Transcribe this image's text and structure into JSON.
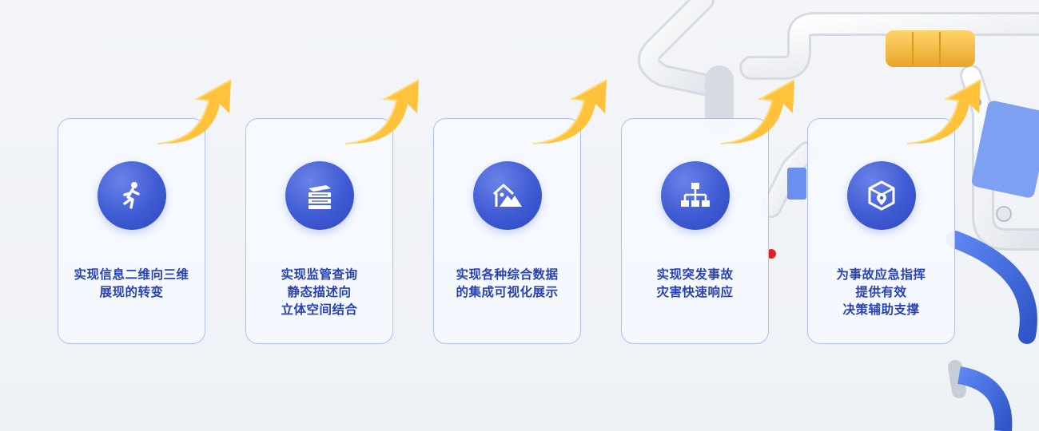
{
  "colors": {
    "accent": "#3f5bd3",
    "text": "#2742b4",
    "card_border": "#aebff0",
    "arrow": "#ffc23a",
    "pipe_white": "#f8f9fb",
    "pipe_orange": "#f5b83c",
    "pipe_blue": "#3f66d8"
  },
  "cards": [
    {
      "icon": "running-person-icon",
      "text": "实现信息二维向三维\n展现的转变"
    },
    {
      "icon": "book-stack-icon",
      "text": "实现监管查询\n静态描述向\n立体空间结合"
    },
    {
      "icon": "landscape-icon",
      "text": "实现各种综合数据\n的集成可视化展示"
    },
    {
      "icon": "org-chart-icon",
      "text": "实现突发事故\n灾害快速响应"
    },
    {
      "icon": "location-box-icon",
      "text": "为事故应急指挥\n提供有效\n决策辅助支撑"
    }
  ]
}
